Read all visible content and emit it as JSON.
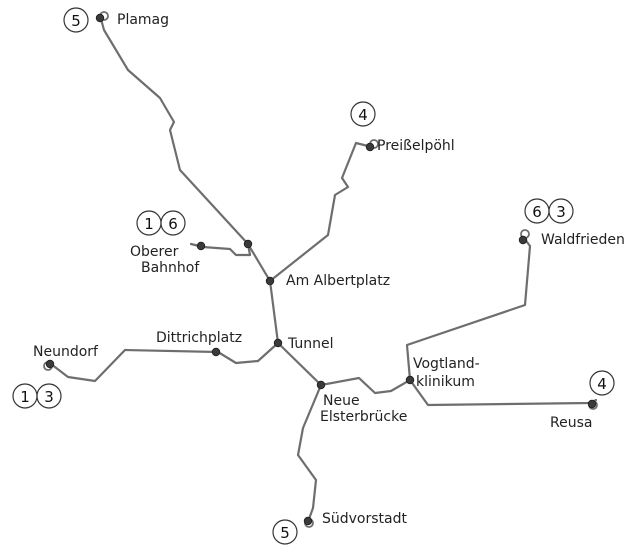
{
  "stations": {
    "plamag": "Plamag",
    "preisselpoehl": "Preißelpöhl",
    "oberer_bahnhof_1": "Oberer",
    "oberer_bahnhof_2": "Bahnhof",
    "waldfrieden": "Waldfrieden",
    "am_albertplatz": "Am Albertplatz",
    "dittrichplatz": "Dittrichplatz",
    "tunnel": "Tunnel",
    "neundorf": "Neundorf",
    "vogtlandklinikum_1": "Vogtland-",
    "vogtlandklinikum_2": "klinikum",
    "neue_elsterbruecke_1": "Neue",
    "neue_elsterbruecke_2": "Elsterbrücke",
    "reusa": "Reusa",
    "suedvorstadt": "Südvorstadt"
  },
  "line_badges": {
    "plamag": [
      "5"
    ],
    "preisselpoehl": [
      "4"
    ],
    "oberer_bahnhof": [
      "1",
      "6"
    ],
    "waldfrieden": [
      "6",
      "3"
    ],
    "neundorf": [
      "1",
      "3"
    ],
    "reusa": [
      "4"
    ],
    "suedvorstadt": [
      "5"
    ]
  },
  "colors": {
    "track": "#6e6e6e",
    "stop": "#3a3a3a",
    "text": "#222222",
    "background": "#ffffff"
  }
}
